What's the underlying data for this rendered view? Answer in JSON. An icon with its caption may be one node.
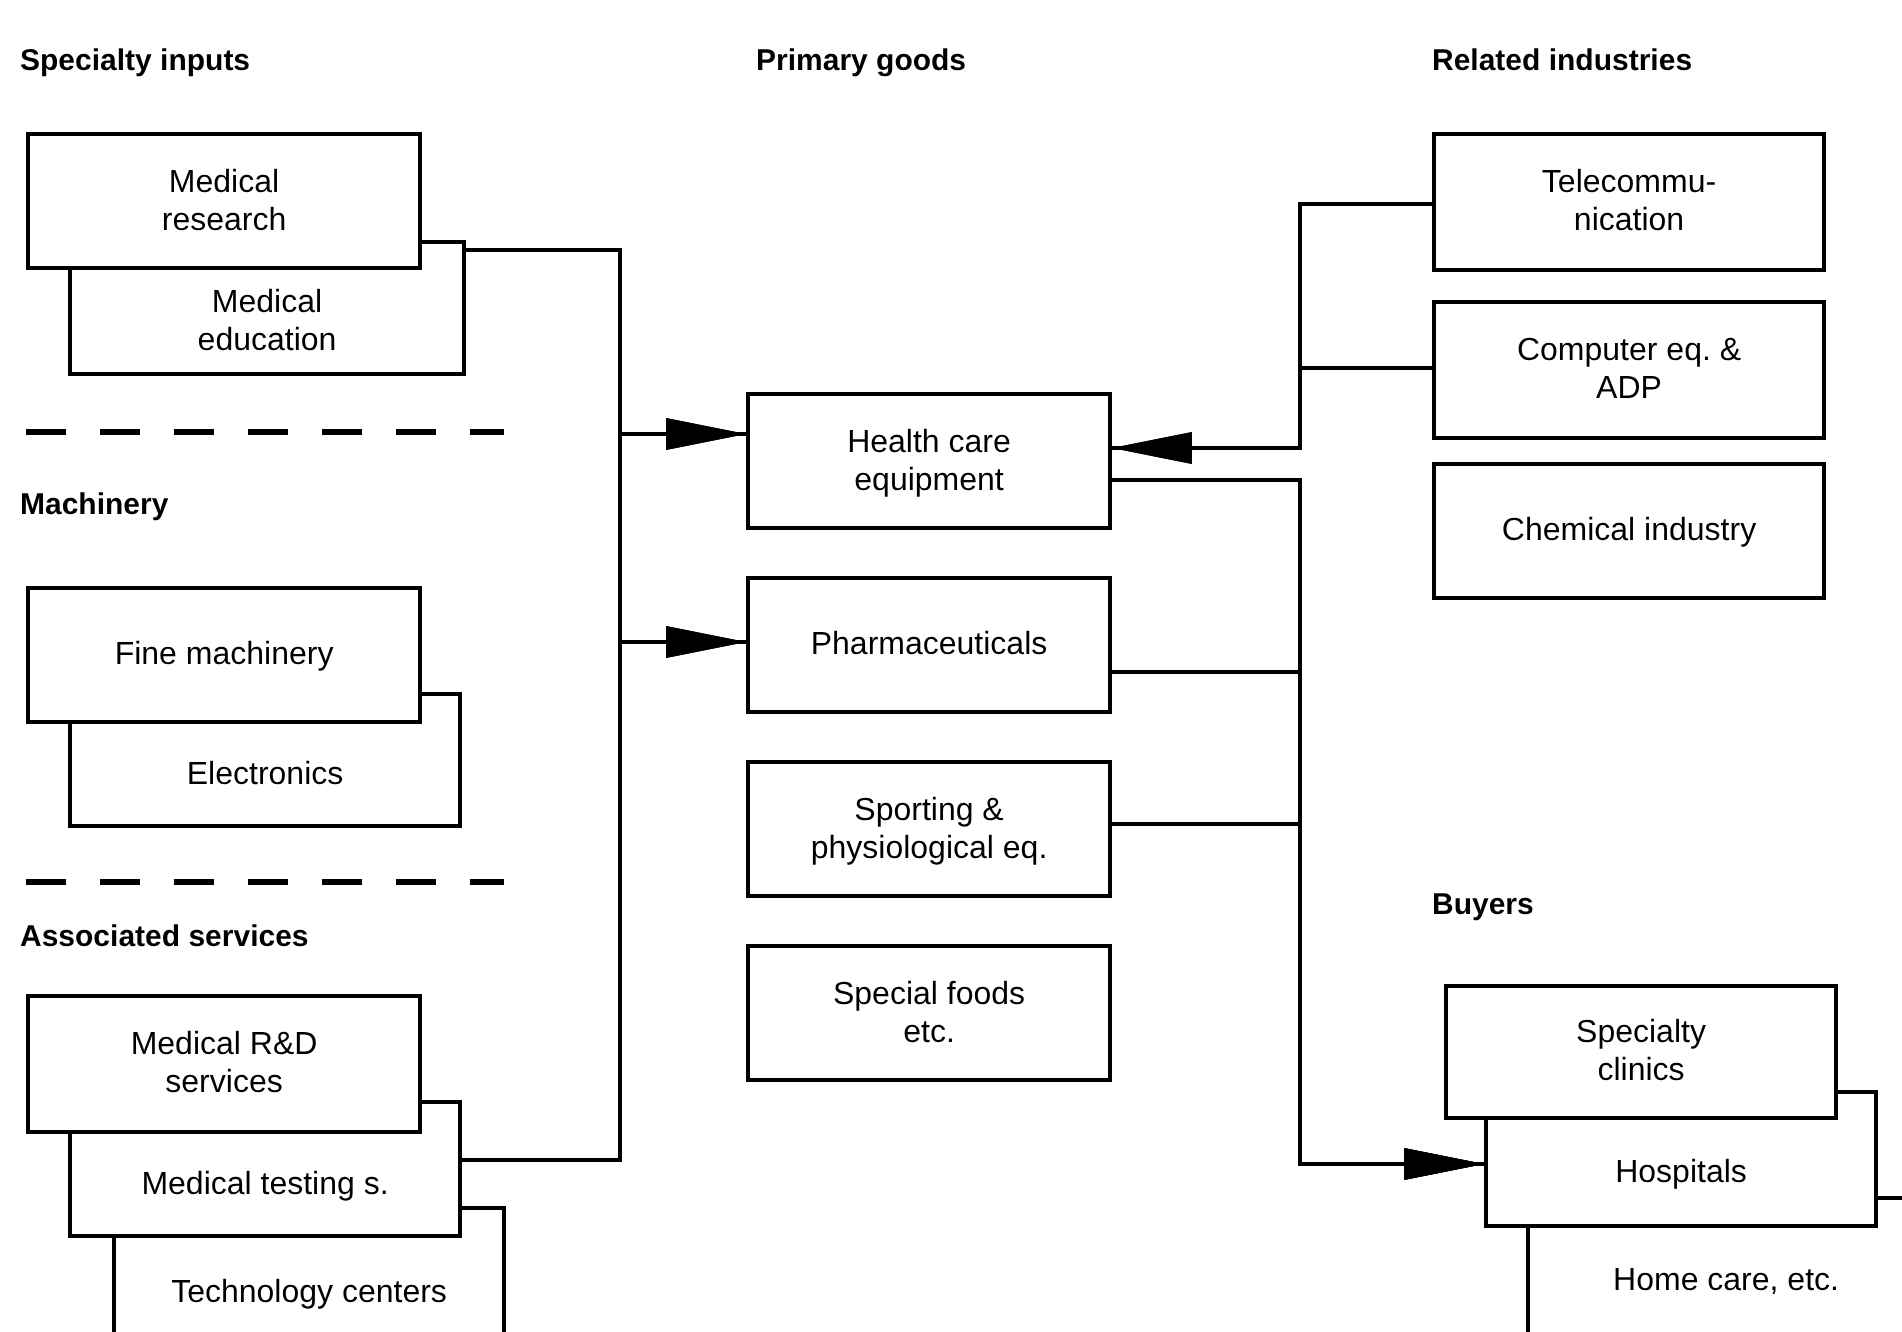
{
  "diagram": {
    "nodes": [
      {
        "text": [
          "Medical research"
        ]
      },
      {
        "text": [
          "Medical education"
        ]
      },
      {
        "text": [
          "Fine machinery"
        ]
      },
      {
        "text": [
          "Electronics"
        ]
      },
      {
        "text": [
          "Medical R&D services"
        ]
      },
      {
        "text": [
          "Medical testing s."
        ]
      },
      {
        "text": [
          "Technology centers"
        ]
      },
      {
        "text": [
          "Health care equipment"
        ]
      },
      {
        "text": [
          "Pharmaceuticals"
        ]
      },
      {
        "text": [
          "Sporting & physiological eq."
        ]
      },
      {
        "text": [
          "Special foods etc."
        ]
      },
      {
        "text": [
          "Telecommu- nication"
        ]
      },
      {
        "text": [
          "Computer eq. & ADP"
        ]
      },
      {
        "text": [
          "Chemical industry"
        ]
      },
      {
        "text": [
          "Specialty clinics"
        ]
      },
      {
        "text": [
          "Hospitals"
        ]
      },
      {
        "text": [
          "Home care, etc."
        ]
      }
    ],
    "edges": [
      {
        "from": 1,
        "to": 7,
        "arrow": "to"
      },
      {
        "from": 1,
        "to": 8,
        "arrow": "to"
      },
      {
        "from": 5,
        "to": 7,
        "arrow": "to"
      },
      {
        "from": 5,
        "to": 8,
        "arrow": "to"
      },
      {
        "from": 11,
        "to": 7,
        "arrow": "to"
      },
      {
        "from": 12,
        "to": 7,
        "arrow": "to"
      },
      {
        "from": 7,
        "to": 15,
        "arrow": "to"
      },
      {
        "from": 8,
        "to": 15,
        "arrow": "to"
      },
      {
        "from": 9,
        "to": 15,
        "arrow": "to"
      }
    ],
    "labels": [
      "Specialty inputs",
      "Primary goods",
      "Related industries",
      "Machinery",
      "Associated services",
      "Buyers"
    ]
  }
}
